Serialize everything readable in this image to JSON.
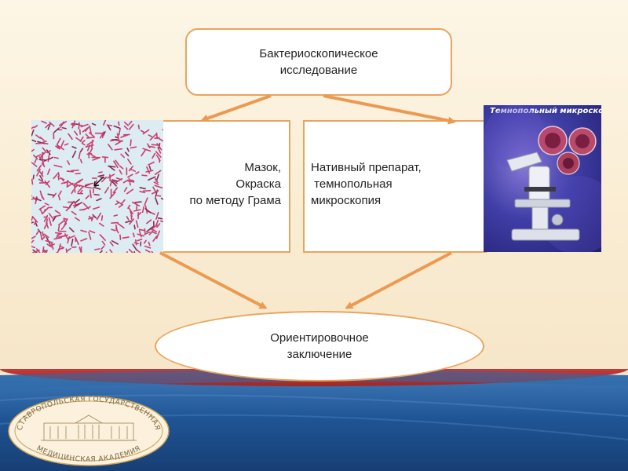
{
  "diagram": {
    "top_node": {
      "line1": "Бактериоскопическое",
      "line2": "исследование"
    },
    "left_node": {
      "line1": "Мазок,",
      "line2": "Окраска",
      "line3": "по методу Грама"
    },
    "right_node": {
      "line1": "Нативный препарат,",
      "line2": " темнопольная",
      "line3": "микроскопия"
    },
    "bottom_node": {
      "line1": "Ориентировочное",
      "line2": "заключение"
    }
  },
  "images": {
    "gram_stain": {
      "icon": "bacteria-micrograph"
    },
    "microscope": {
      "icon": "darkfield-microscope",
      "caption": "Темнопольный микроскоп"
    }
  },
  "footer": {
    "logo_top_text": "СТАВРОПОЛЬСКАЯ ГОСУДАРСТВЕННАЯ",
    "logo_bottom_text": "МЕДИЦИНСКАЯ АКАДЕМИЯ"
  },
  "colors": {
    "arrow": "#ec9a52",
    "box_border": "#e9a45e",
    "stain": "#c83f6e",
    "footer": "#1f5595",
    "footer_band": "#b43030"
  }
}
